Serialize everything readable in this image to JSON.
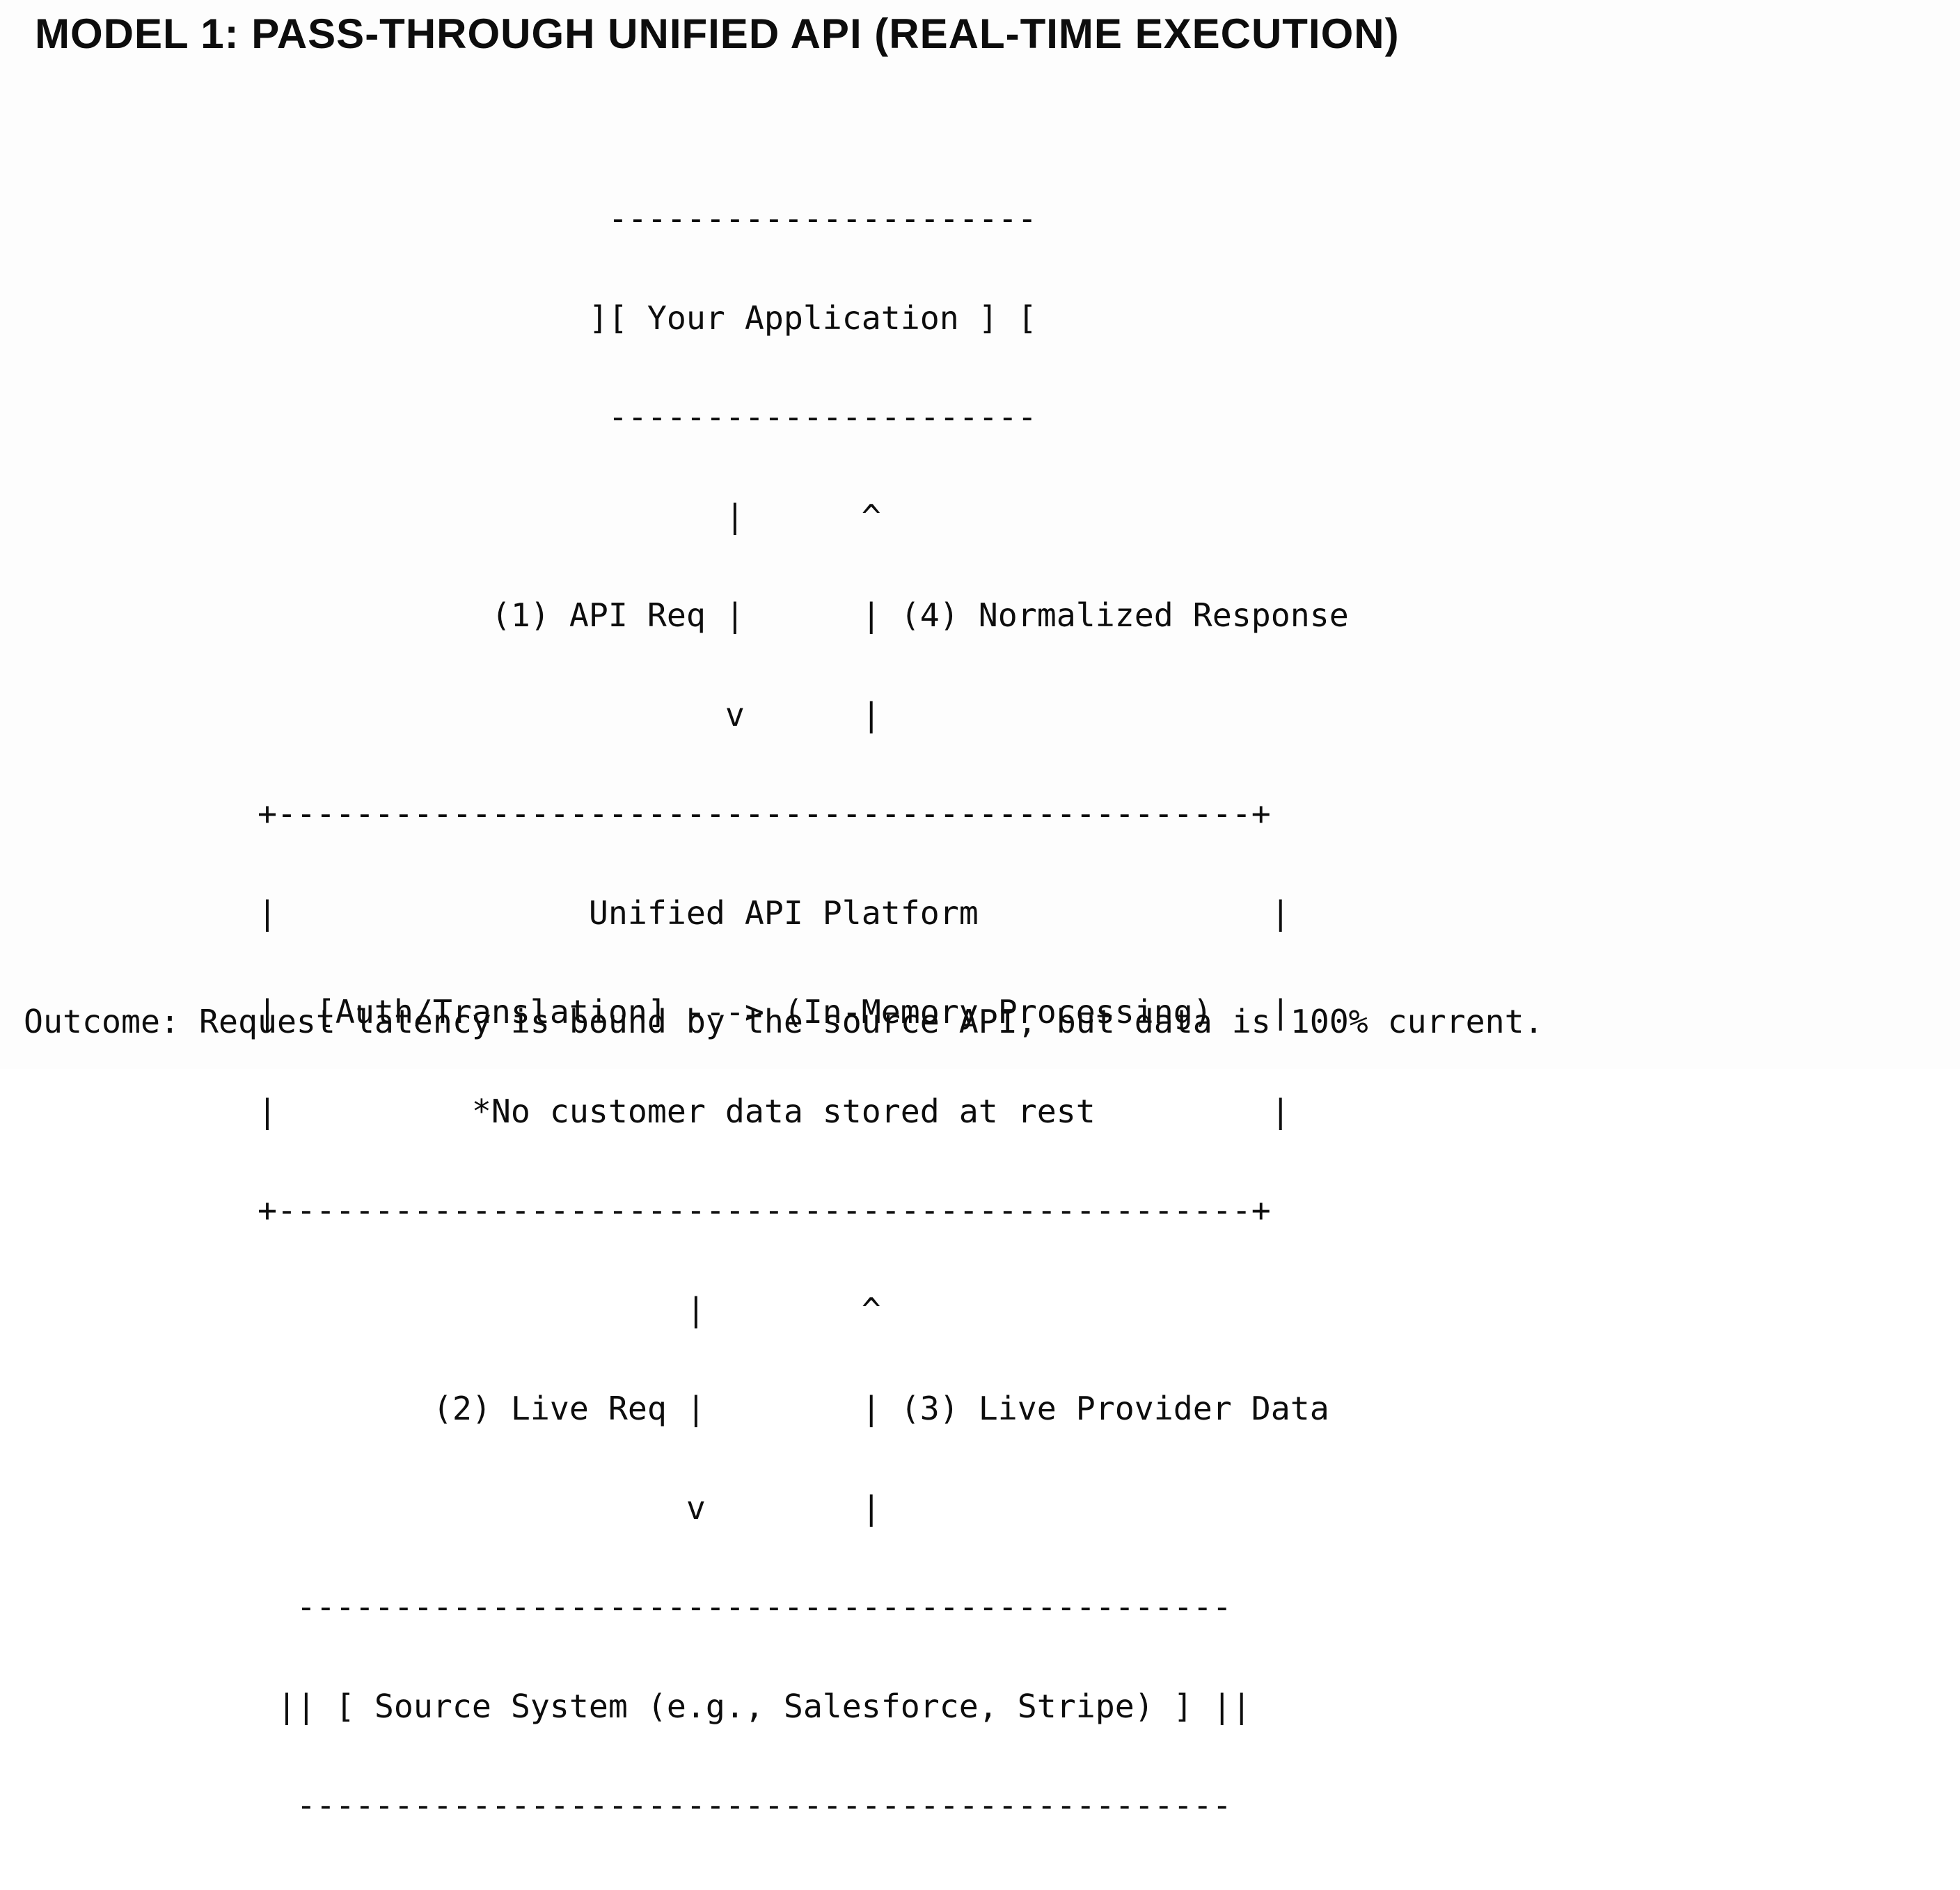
{
  "page": {
    "background_color": "#fdfdfd",
    "text_color": "#0d0d0d"
  },
  "title": "MODEL 1: PASS-THROUGH UNIFIED API (REAL-TIME EXECUTION)",
  "diagram": {
    "type": "ascii-flow",
    "nodes": [
      {
        "id": "application",
        "label": "[ Your Application ]",
        "border_style": "dashed",
        "position": "top"
      },
      {
        "id": "unified-api-platform",
        "label": "Unified API Platform",
        "border_style": "solid-plus-corners",
        "position": "middle",
        "lines": [
          "Unified API Platform",
          "[Auth/Translation] ---> (In-Memory Processing)",
          "*No customer data stored at rest"
        ]
      },
      {
        "id": "source-system",
        "label": "[ Source System (e.g., Salesforce, Stripe) ]",
        "border_style": "dashed",
        "position": "bottom"
      }
    ],
    "edges": [
      {
        "id": "edge-1",
        "label": "(1) API Req",
        "direction": "down",
        "from": "application",
        "to": "unified-api-platform"
      },
      {
        "id": "edge-4",
        "label": "(4) Normalized Response",
        "direction": "up",
        "from": "unified-api-platform",
        "to": "application"
      },
      {
        "id": "edge-2",
        "label": "(2) Live Req",
        "direction": "down",
        "from": "unified-api-platform",
        "to": "source-system"
      },
      {
        "id": "edge-3",
        "label": "(3) Live Provider Data",
        "direction": "up",
        "from": "source-system",
        "to": "unified-api-platform"
      }
    ],
    "art_lines": [
      "                              ----------------------",
      "                             ][ Your Application ] [",
      "                              ----------------------",
      "                                    |      ^",
      "                        (1) API Req |      | (4) Normalized Response",
      "                                    v      |",
      "            +--------------------------------------------------+",
      "            |                Unified API Platform               |",
      "            |  [Auth/Translation] ---> (In-Memory Processing)   |",
      "            |          *No customer data stored at rest         |",
      "            +--------------------------------------------------+",
      "                                  |        ^",
      "                     (2) Live Req |        | (3) Live Provider Data",
      "                                  v        |",
      "              ------------------------------------------------",
      "             || [ Source System (e.g., Salesforce, Stripe) ] ||",
      "              ------------------------------------------------"
    ]
  },
  "outcome": {
    "text": "Outcome: Request latency is bound by the source API, but data is 100% current."
  }
}
